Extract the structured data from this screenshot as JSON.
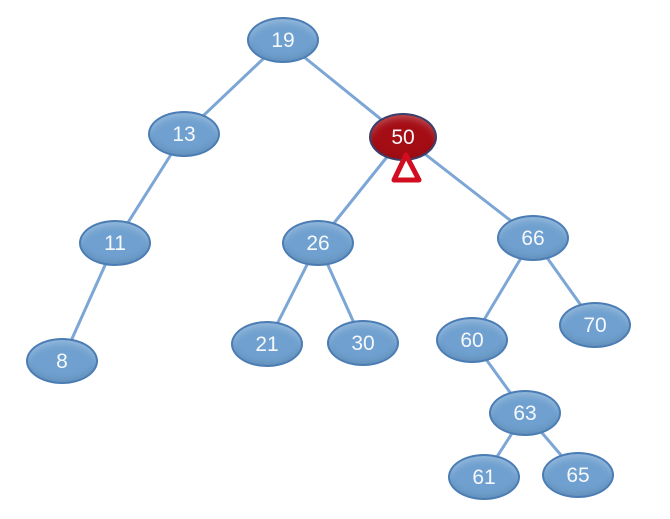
{
  "diagram": {
    "type": "binary-search-tree",
    "nodes": [
      {
        "value": "19",
        "highlighted": false
      },
      {
        "value": "13",
        "highlighted": false
      },
      {
        "value": "50",
        "highlighted": true
      },
      {
        "value": "11",
        "highlighted": false
      },
      {
        "value": "26",
        "highlighted": false
      },
      {
        "value": "66",
        "highlighted": false
      },
      {
        "value": "8",
        "highlighted": false
      },
      {
        "value": "21",
        "highlighted": false
      },
      {
        "value": "30",
        "highlighted": false
      },
      {
        "value": "60",
        "highlighted": false
      },
      {
        "value": "70",
        "highlighted": false
      },
      {
        "value": "63",
        "highlighted": false
      },
      {
        "value": "61",
        "highlighted": false
      },
      {
        "value": "65",
        "highlighted": false
      }
    ],
    "edges": [
      [
        "19",
        "13"
      ],
      [
        "19",
        "50"
      ],
      [
        "13",
        "11"
      ],
      [
        "11",
        "8"
      ],
      [
        "50",
        "26"
      ],
      [
        "50",
        "66"
      ],
      [
        "26",
        "21"
      ],
      [
        "26",
        "30"
      ],
      [
        "66",
        "60"
      ],
      [
        "66",
        "70"
      ],
      [
        "60",
        "63"
      ],
      [
        "63",
        "61"
      ],
      [
        "63",
        "65"
      ]
    ],
    "marker": {
      "shape": "triangle-pointer",
      "attached_to": "50"
    }
  },
  "colors": {
    "background": "#FFFFFF",
    "node_fill": "#6FA0CF",
    "node_border": "#4B7DB4",
    "highlight_fill": "#A50D15",
    "highlight_border": "#38406B",
    "edge": "#7CA6D6",
    "marker": "#D00E1F",
    "label": "#F5F8FC"
  }
}
